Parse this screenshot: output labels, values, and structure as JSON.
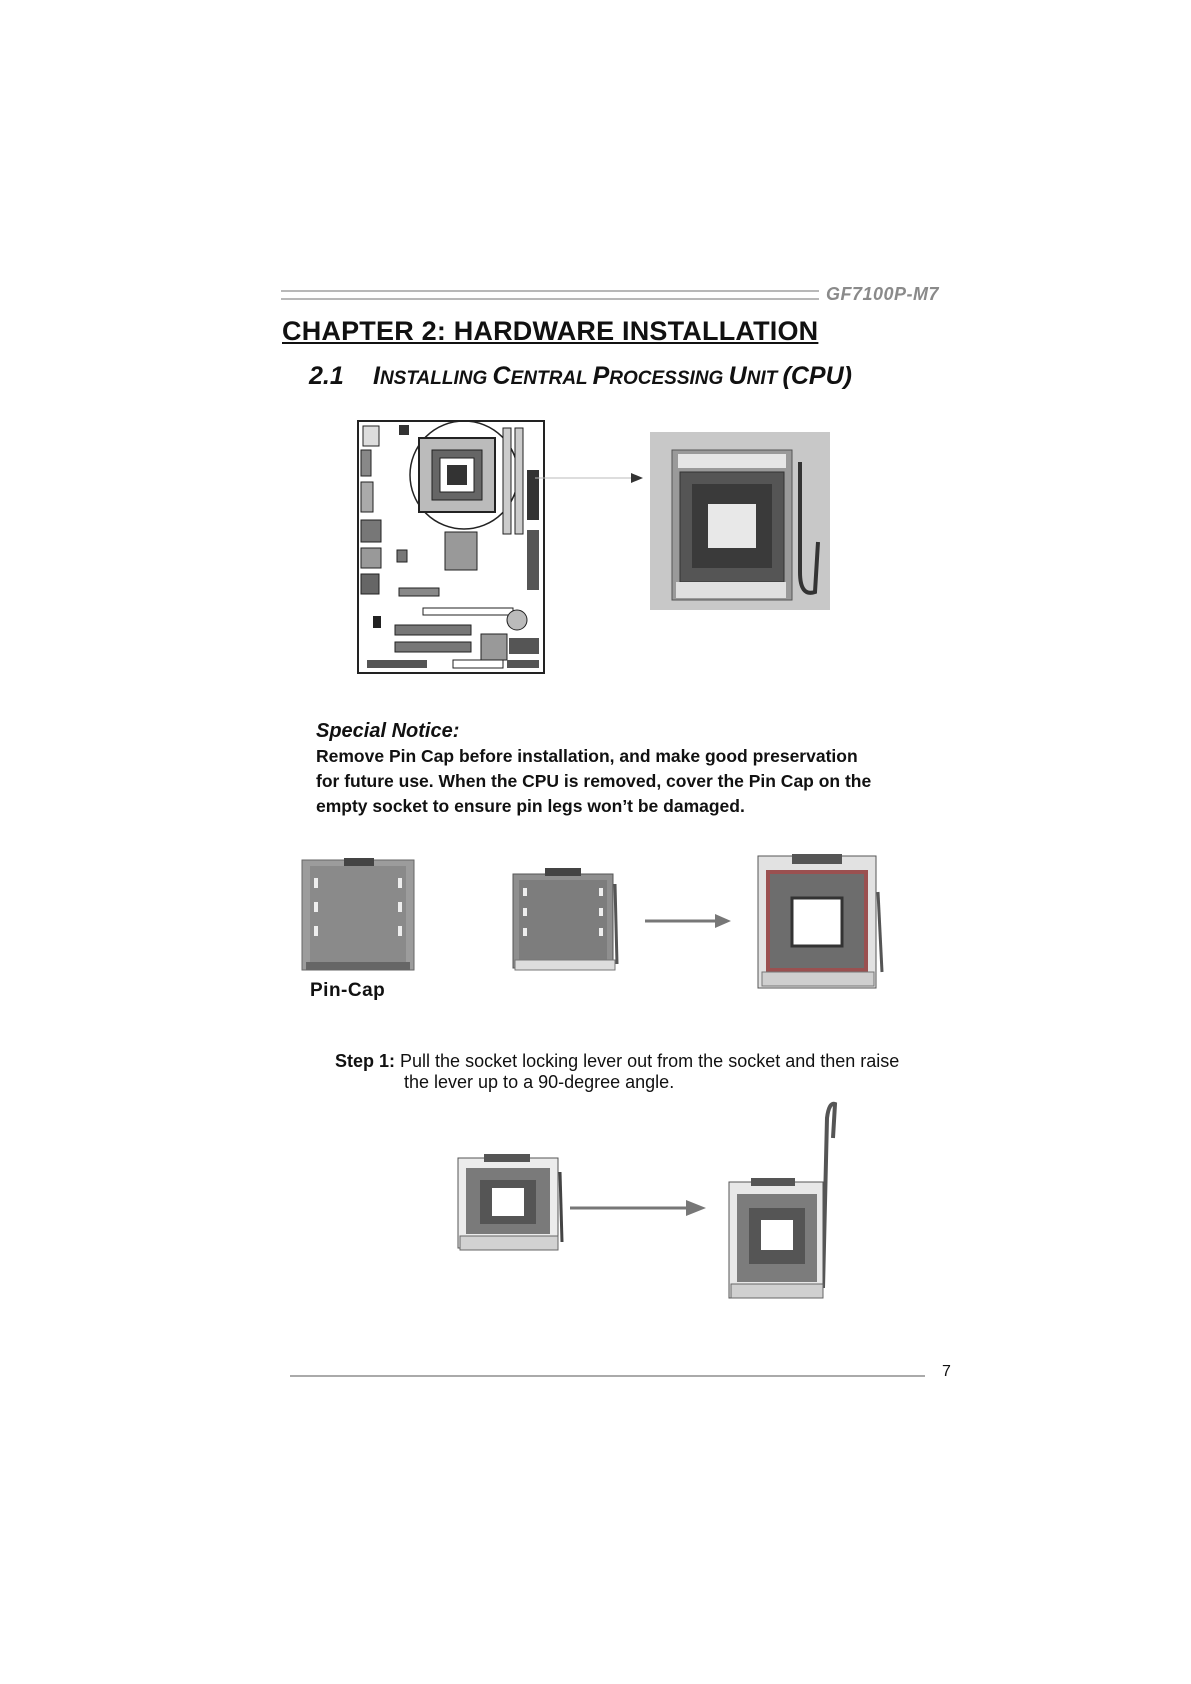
{
  "header": {
    "model": "GF7100P-M7"
  },
  "chapter_title": "CHAPTER 2: HARDWARE INSTALLATION",
  "section": {
    "number": "2.1",
    "title_parts": [
      "I",
      "NSTALLING ",
      "C",
      "ENTRAL ",
      "P",
      "ROCESSING ",
      "U",
      "NIT ",
      "(CPU)"
    ]
  },
  "notice": {
    "title": "Special Notice:",
    "line1": "Remove Pin Cap before installation, and make good preservation",
    "line2": "for future use. When the CPU is removed, cover the Pin Cap on the",
    "line3": "empty socket to ensure pin legs won’t be damaged."
  },
  "pincap_label": "Pin-Cap",
  "step1": {
    "label": "Step 1:",
    "line1": "Pull the socket locking lever out from the socket and then raise",
    "line2": "the lever up to a 90-degree angle."
  },
  "page_number": "7",
  "colors": {
    "header_text": "#8a8a8a",
    "rule": "#b8b8b8"
  }
}
